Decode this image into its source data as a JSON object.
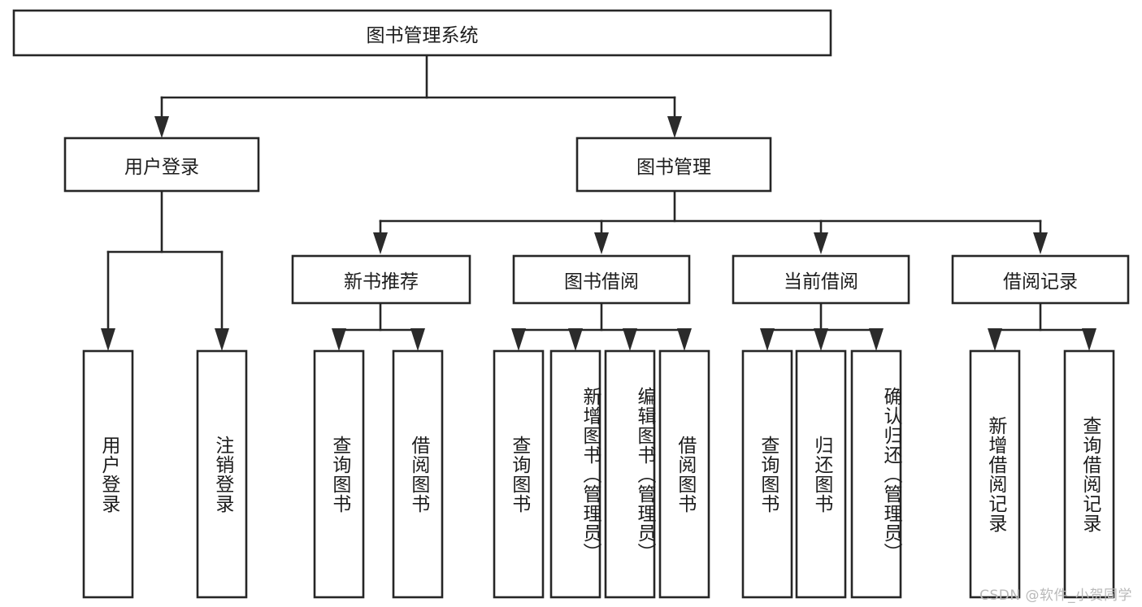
{
  "diagram": {
    "type": "tree-hierarchy",
    "title": "图书管理系统",
    "root": {
      "label": "图书管理系统",
      "children": [
        {
          "label": "用户登录",
          "children": [
            {
              "label": "用户登录"
            },
            {
              "label": "注销登录"
            }
          ]
        },
        {
          "label": "图书管理",
          "children": [
            {
              "label": "新书推荐",
              "children": [
                {
                  "label": "查询图书"
                },
                {
                  "label": "借阅图书"
                }
              ]
            },
            {
              "label": "图书借阅",
              "children": [
                {
                  "label": "查询图书"
                },
                {
                  "label": "新增图书（管理员）"
                },
                {
                  "label": "编辑图书（管理员）"
                },
                {
                  "label": "借阅图书"
                }
              ]
            },
            {
              "label": "当前借阅",
              "children": [
                {
                  "label": "查询图书"
                },
                {
                  "label": "归还图书"
                },
                {
                  "label": "确认归还（管理员）"
                }
              ]
            },
            {
              "label": "借阅记录",
              "children": [
                {
                  "label": "新增借阅记录"
                },
                {
                  "label": "查询借阅记录"
                }
              ]
            }
          ]
        }
      ]
    },
    "nodes": {
      "root": {
        "label": "图书管理系统"
      },
      "l2": [
        {
          "label": "用户登录"
        },
        {
          "label": "图书管理"
        }
      ],
      "l3": [
        {
          "label": "新书推荐"
        },
        {
          "label": "图书借阅"
        },
        {
          "label": "当前借阅"
        },
        {
          "label": "借阅记录"
        }
      ],
      "leaves": [
        {
          "label": "用户登录"
        },
        {
          "label": "注销登录"
        },
        {
          "label": "查询图书"
        },
        {
          "label": "借阅图书"
        },
        {
          "label": "查询图书"
        },
        {
          "label": "新增图书（管理员）"
        },
        {
          "label": "编辑图书（管理员）"
        },
        {
          "label": "借阅图书"
        },
        {
          "label": "查询图书"
        },
        {
          "label": "归还图书"
        },
        {
          "label": "确认归还（管理员）"
        },
        {
          "label": "新增借阅记录"
        },
        {
          "label": "查询借阅记录"
        }
      ]
    },
    "colors": {
      "background": "#ffffff",
      "box_stroke": "#262626",
      "box_fill": "#ffffff",
      "text": "#1c1c1c",
      "watermark": "#b9b9b9"
    }
  },
  "watermark": {
    "text": "CSDN @软件_小贺同学"
  }
}
